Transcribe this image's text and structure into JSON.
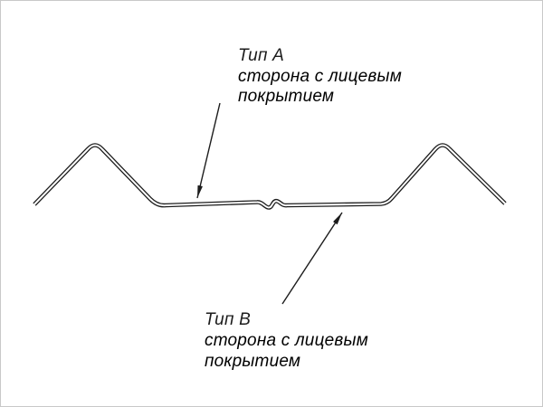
{
  "diagram": {
    "background_color": "#ffffff",
    "line_color": "#1c1c1c",
    "label_type_a": {
      "title": "Тип А",
      "line1": "сторона с лицевым",
      "line2": "покрытием"
    },
    "label_type_b": {
      "title": "Тип В",
      "line1": "сторона с лицевым",
      "line2": "покрытием"
    }
  }
}
